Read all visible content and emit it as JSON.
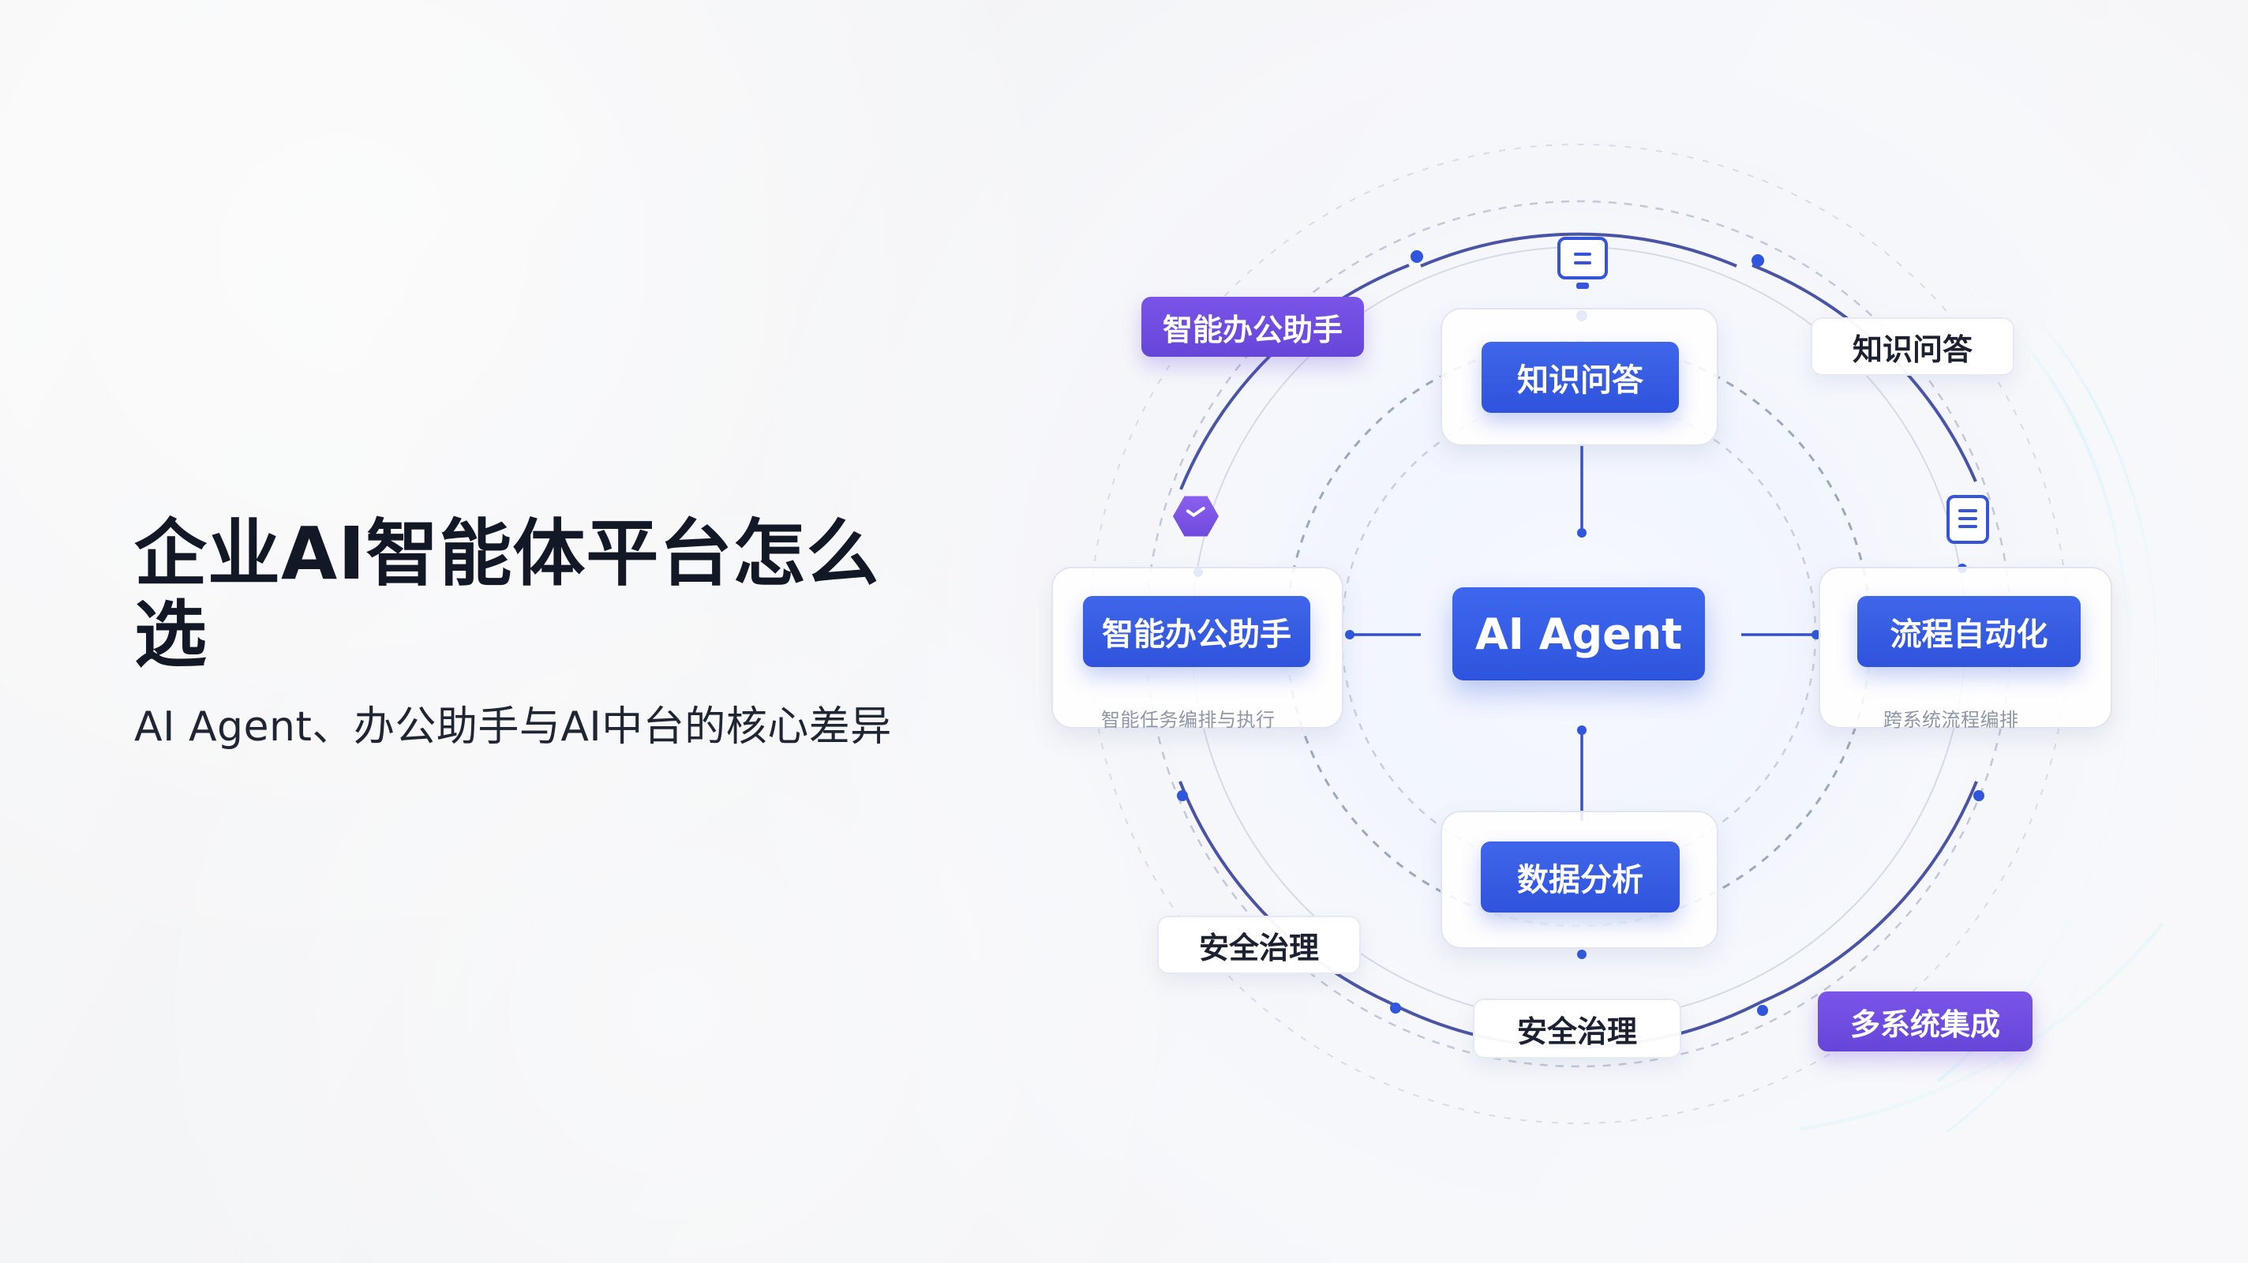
{
  "page": {
    "title": "企业AI智能体平台怎么选",
    "subtitle": "AI Agent、办公助手与AI中台的核心差异"
  },
  "diagram": {
    "center": {
      "label": "AI Agent"
    },
    "cards": {
      "top": {
        "label": "知识问答"
      },
      "left": {
        "label": "智能办公助手",
        "note": "智能任务编排与执行"
      },
      "right": {
        "label": "流程自动化",
        "note": "跨系统流程编排"
      },
      "bottom": {
        "label": "数据分析"
      }
    },
    "tags": {
      "top_left": "智能办公助手",
      "top_right": "知识问答",
      "bottom_left": "安全治理",
      "bottom_center": "安全治理",
      "bottom_right": "多系统集成"
    },
    "colors": {
      "blue_primary": "#3156df",
      "blue_line": "#3b4fd8",
      "purple_accent": "#6f4be0",
      "text_dark": "#121826",
      "ring_gray": "#b7bfd0",
      "glow_cyan": "#bfe8f5"
    },
    "icons": {
      "top": "monitor-icon",
      "right": "document-icon",
      "left": "hexagon-check-icon"
    }
  }
}
